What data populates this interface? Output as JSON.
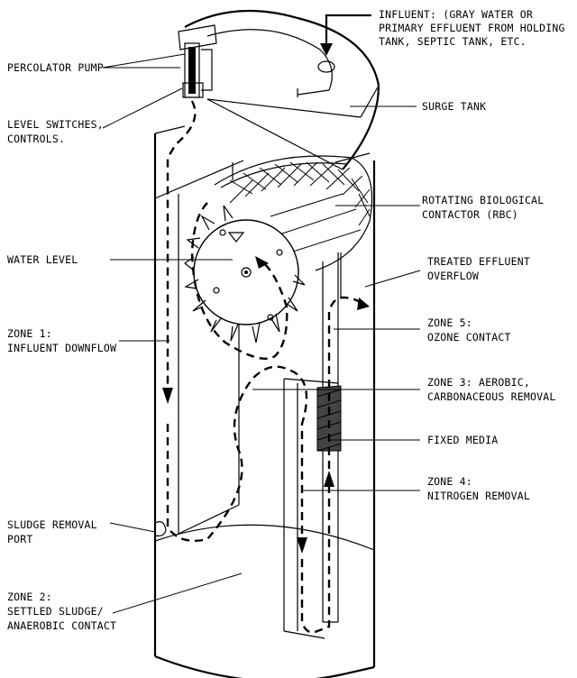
{
  "labels": {
    "influent": [
      "INFLUENT: (GRAY WATER OR",
      "PRIMARY EFFLUENT FROM HOLDING",
      "TANK, SEPTIC TANK, ETC."
    ],
    "percolator_pump": [
      "PERCOLATOR PUMP"
    ],
    "surge_tank": [
      "SURGE TANK"
    ],
    "level_switches": [
      "LEVEL SWITCHES,",
      "CONTROLS."
    ],
    "rbc": [
      "ROTATING BIOLOGICAL",
      "CONTACTOR (RBC)"
    ],
    "water_level": [
      "WATER LEVEL"
    ],
    "treated_effluent": [
      "TREATED EFFLUENT",
      "OVERFLOW"
    ],
    "zone1": [
      "ZONE 1:",
      "INFLUENT DOWNFLOW"
    ],
    "zone5": [
      "ZONE 5:",
      "OZONE CONTACT"
    ],
    "zone3": [
      "ZONE 3: AEROBIC,",
      "CARBONACEOUS REMOVAL"
    ],
    "fixed_media": [
      "FIXED MEDIA"
    ],
    "zone4": [
      "ZONE 4:",
      "NITROGEN REMOVAL"
    ],
    "sludge_port": [
      "SLUDGE REMOVAL",
      "PORT"
    ],
    "zone2": [
      "ZONE 2:",
      "SETTLED SLUDGE/",
      "ANAEROBIC CONTACT"
    ]
  }
}
